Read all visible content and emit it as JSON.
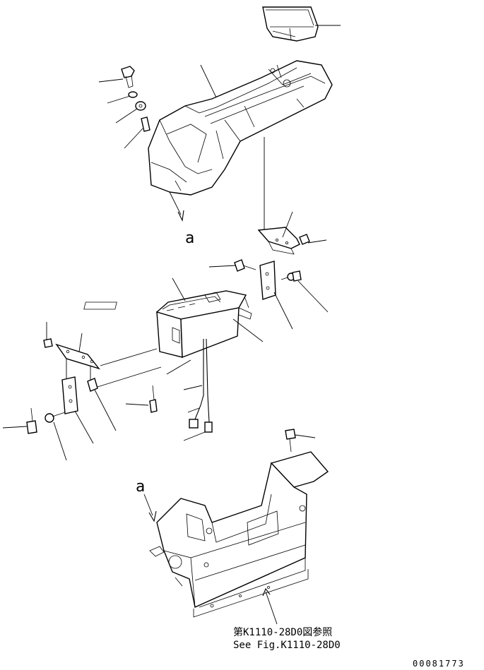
{
  "diagram": {
    "view_marker_label": "a",
    "reference_note_jp": "第K1110-28D0図参照",
    "reference_note_en": "See Fig.K1110-28D0",
    "drawing_number": "00081773"
  }
}
